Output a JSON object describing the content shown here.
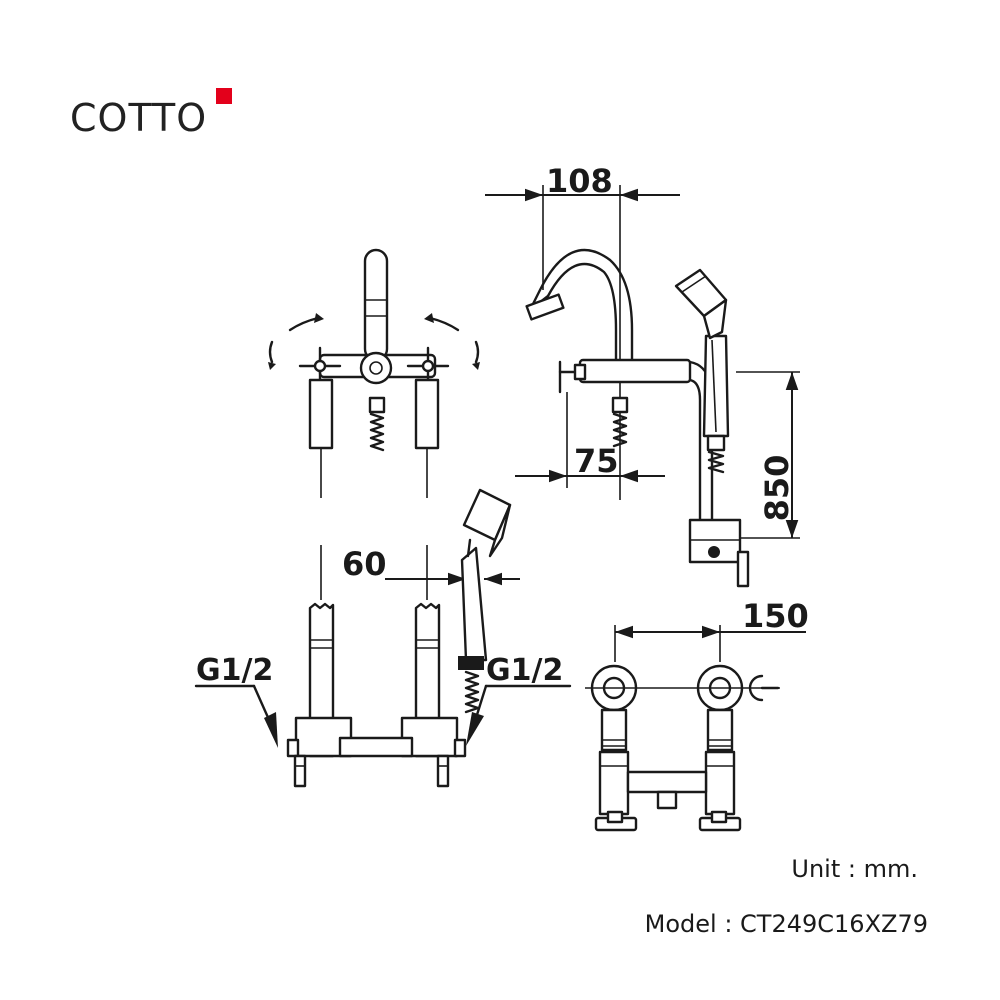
{
  "brand": {
    "logo_text": "COTTO",
    "accent_color": "#e3001b"
  },
  "dimensions": {
    "spout_reach": "108",
    "outlet_offset": "75",
    "hand_shower_height": "850",
    "side_offset": "60",
    "center_distance": "150"
  },
  "connections": {
    "left_inlet": "G1/2",
    "right_inlet": "G1/2"
  },
  "notes": {
    "unit": "Unit : mm.",
    "model": "Model : CT249C16XZ79"
  },
  "icons": {
    "rotation_arrows": "rotation-arrow-icon",
    "arrowheads": "arrowhead-icon"
  }
}
